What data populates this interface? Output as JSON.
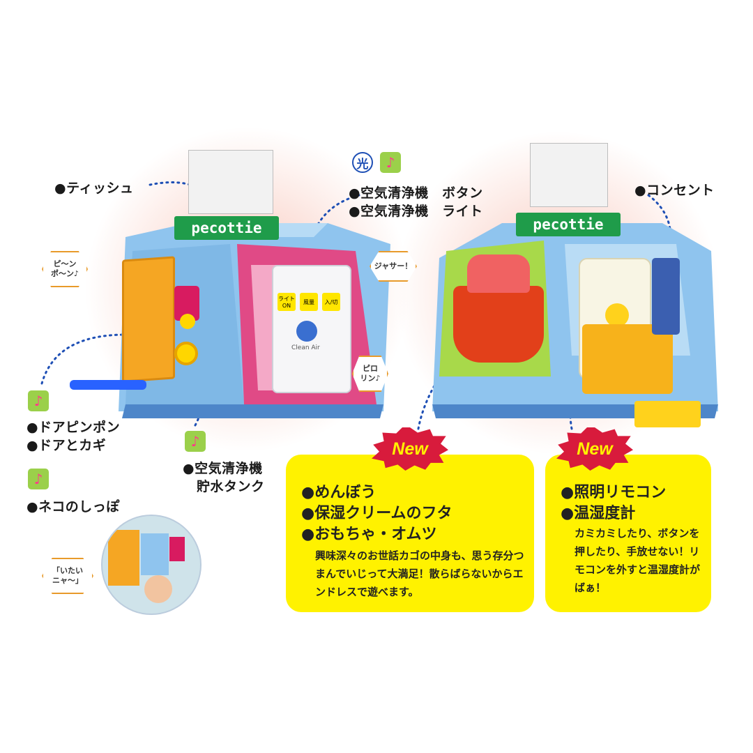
{
  "colors": {
    "yellow_box": "#fff200",
    "red_badge": "#d81b3c",
    "blue_dot": "#1565c0",
    "red_dot": "#e0303f",
    "green_icon": "#9bd04a"
  },
  "left_toy": {
    "brand": "pecottie",
    "bubble_door": "ピ～ン\nポ～ン♪",
    "bubble_jasaa": "ジャサー！",
    "bubble_pirorin": "ピロ\nリン♪",
    "purifier_buttons": [
      "ライト\nON",
      "風量",
      "入/切"
    ],
    "purifier_label": "Clean Air"
  },
  "right_toy": {
    "brand": "pecottie"
  },
  "labels": {
    "tissue": "●ティッシュ",
    "purifier_icon_light": "光",
    "purifier_icon_sound": "♪",
    "purifier_button": "●空気清浄機　ボタン",
    "purifier_light": "●空気清浄機　ライト",
    "outlet": "●コンセント",
    "door_icon": "♪",
    "door_pinpon": "●ドアピンポン",
    "door_key": "●ドアとカギ",
    "tank_icon": "♪",
    "tank_line1": "●空気清浄機",
    "tank_line2": "貯水タンク",
    "cat_icon": "♪",
    "cat_tail": "●ネコのしっぽ",
    "inset_bubble": "「いたい\nニャ～」"
  },
  "box_left": {
    "badge": "New",
    "items": [
      "●めんぼう",
      "●保湿クリームのフタ",
      "●おもちゃ・オムツ"
    ],
    "description": "興味深々のお世話カゴの中身も、思う存分つまんでいじって大満足！散らばらないからエンドレスで遊べます。"
  },
  "box_right": {
    "badge": "New",
    "items": [
      "●照明リモコン",
      "●温湿度計"
    ],
    "description": "カミカミしたり、ボタンを押したり、手放せない！リモコンを外すと温湿度計がばぁ！"
  }
}
